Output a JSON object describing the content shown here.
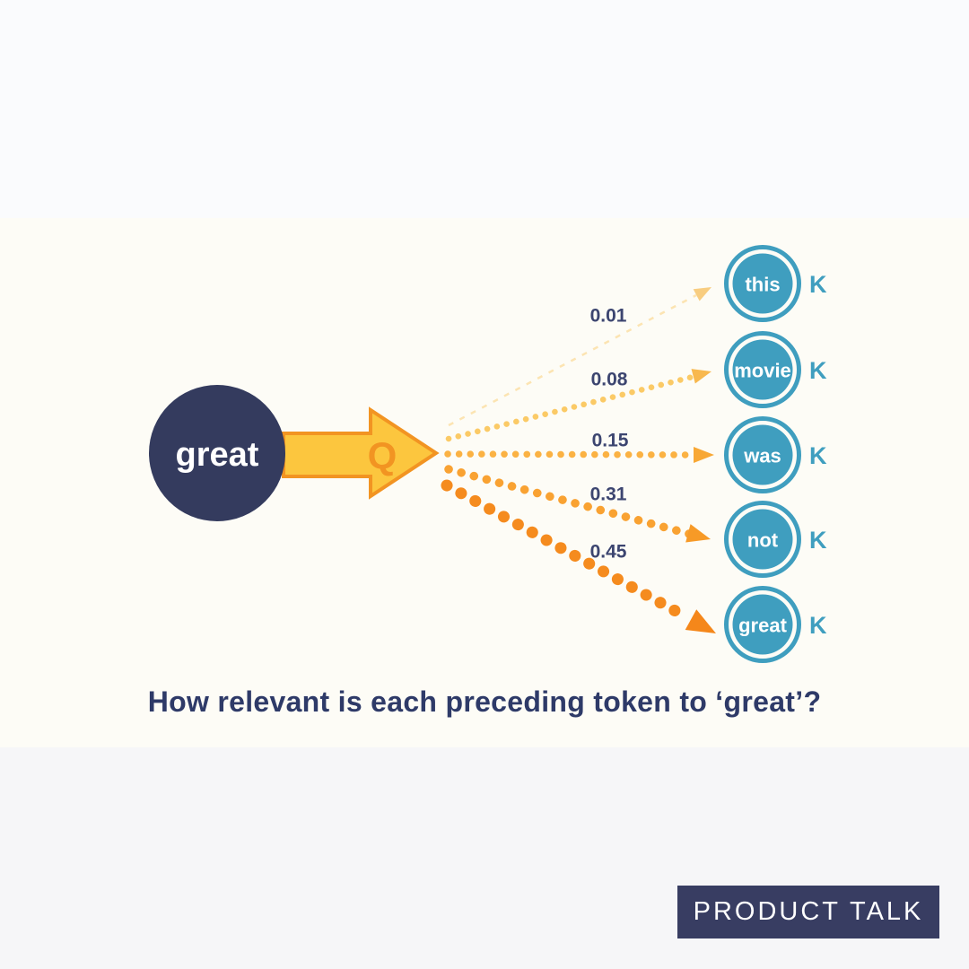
{
  "slide": {
    "query": {
      "label": "great",
      "arrow_label": "Q"
    },
    "connections": [
      {
        "word": "this",
        "weight": "0.01",
        "k_label": "K",
        "line_color": "#fce4b2",
        "arrow_color": "#f8cd80"
      },
      {
        "word": "movie",
        "weight": "0.08",
        "k_label": "K",
        "line_color": "#fbca66",
        "arrow_color": "#f8b84e"
      },
      {
        "word": "was",
        "weight": "0.15",
        "k_label": "K",
        "line_color": "#fbb243",
        "arrow_color": "#f8a835"
      },
      {
        "word": "not",
        "weight": "0.31",
        "k_label": "K",
        "line_color": "#f9a232",
        "arrow_color": "#f79a27"
      },
      {
        "word": "great",
        "weight": "0.45",
        "k_label": "K",
        "line_color": "#f58b1e",
        "arrow_color": "#f5871a"
      }
    ],
    "caption": "How relevant is each preceding token to ‘great’?"
  },
  "footer": {
    "badge": "PRODUCT TALK"
  },
  "colors": {
    "query_circle": "#343b5e",
    "key_circle": "#3f9ebf",
    "arrow_fill": "#fcc63e",
    "arrow_stroke": "#f29422",
    "weight_text": "#3c4570",
    "caption_text": "#2e3a68",
    "badge_bg": "#383d62",
    "badge_text": "#ffffff"
  }
}
